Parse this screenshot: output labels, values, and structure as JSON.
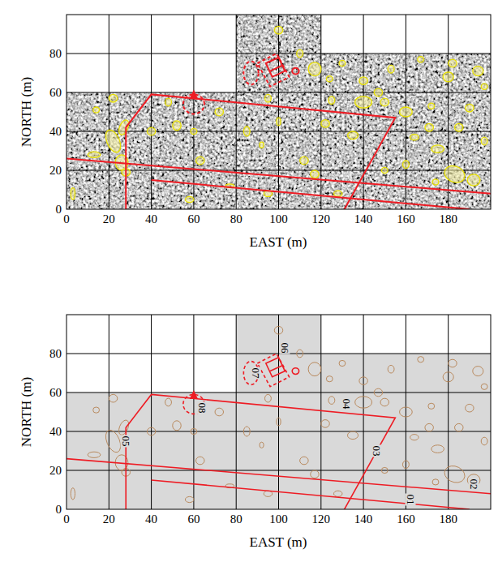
{
  "diagram": {
    "labels": [
      "80",
      "60",
      "40",
      "20",
      "0",
      "0",
      "20",
      "40",
      "60",
      "80",
      "100",
      "120",
      "140",
      "160",
      "180",
      "NORTH (m)",
      "EAST (m)",
      "80",
      "60",
      "40",
      "20",
      "0",
      "0",
      "20",
      "40",
      "60",
      "80",
      "100",
      "120",
      "140",
      "160",
      "180",
      "NORTH (m)",
      "EAST (m)",
      "06",
      "07",
      "08",
      "04",
      "05",
      "03",
      "01",
      "02"
    ]
  }
}
